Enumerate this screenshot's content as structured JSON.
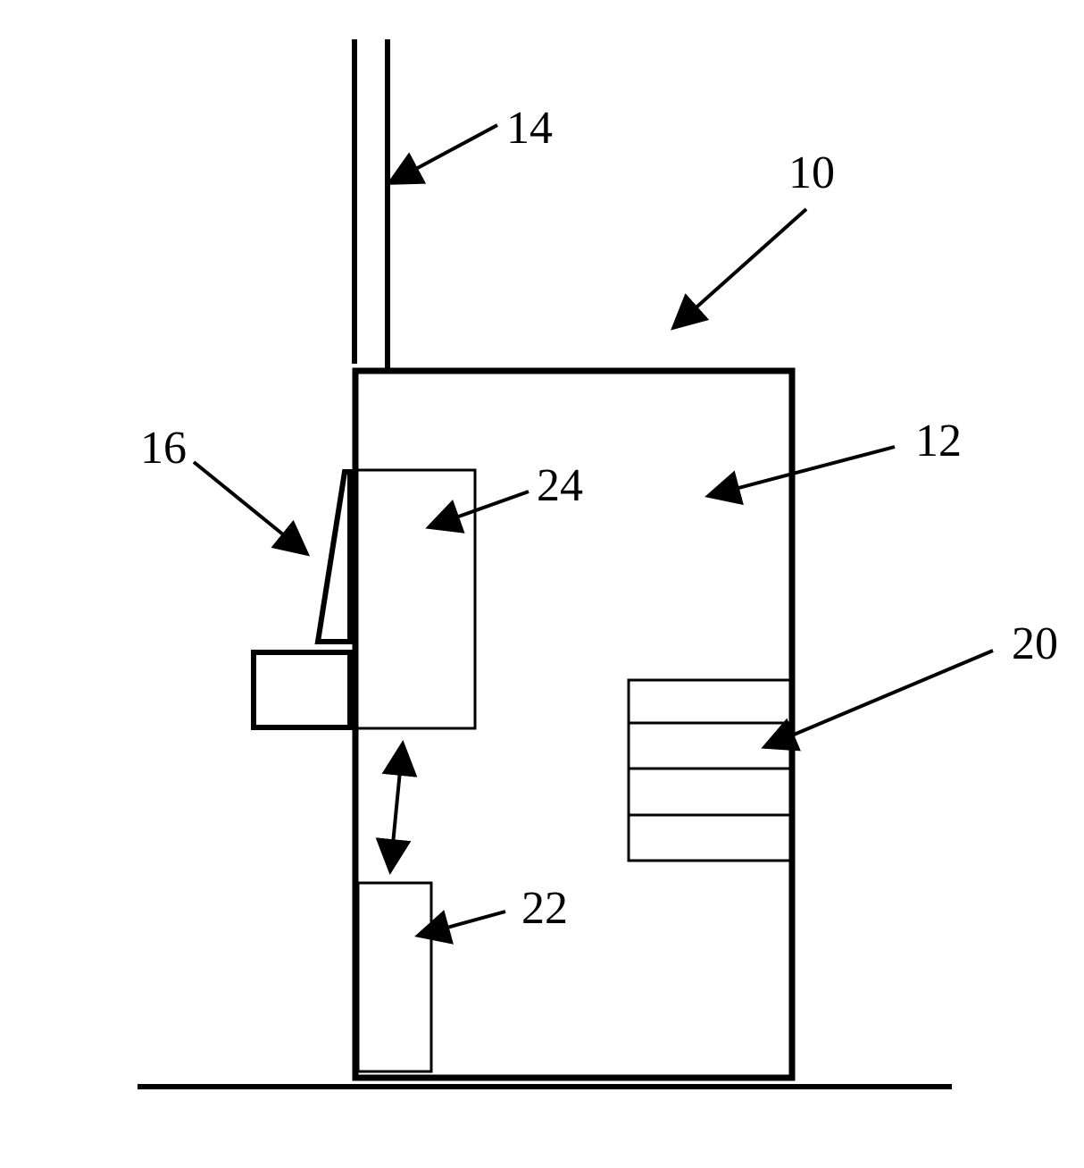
{
  "diagram": {
    "colors": {
      "stroke": "#000000",
      "background": "#ffffff"
    },
    "labels": {
      "housing": "10",
      "cabinet": "12",
      "pipe": "14",
      "lever_assembly": "16",
      "rack": "20",
      "lower_unit": "22",
      "upper_unit": "24"
    }
  }
}
